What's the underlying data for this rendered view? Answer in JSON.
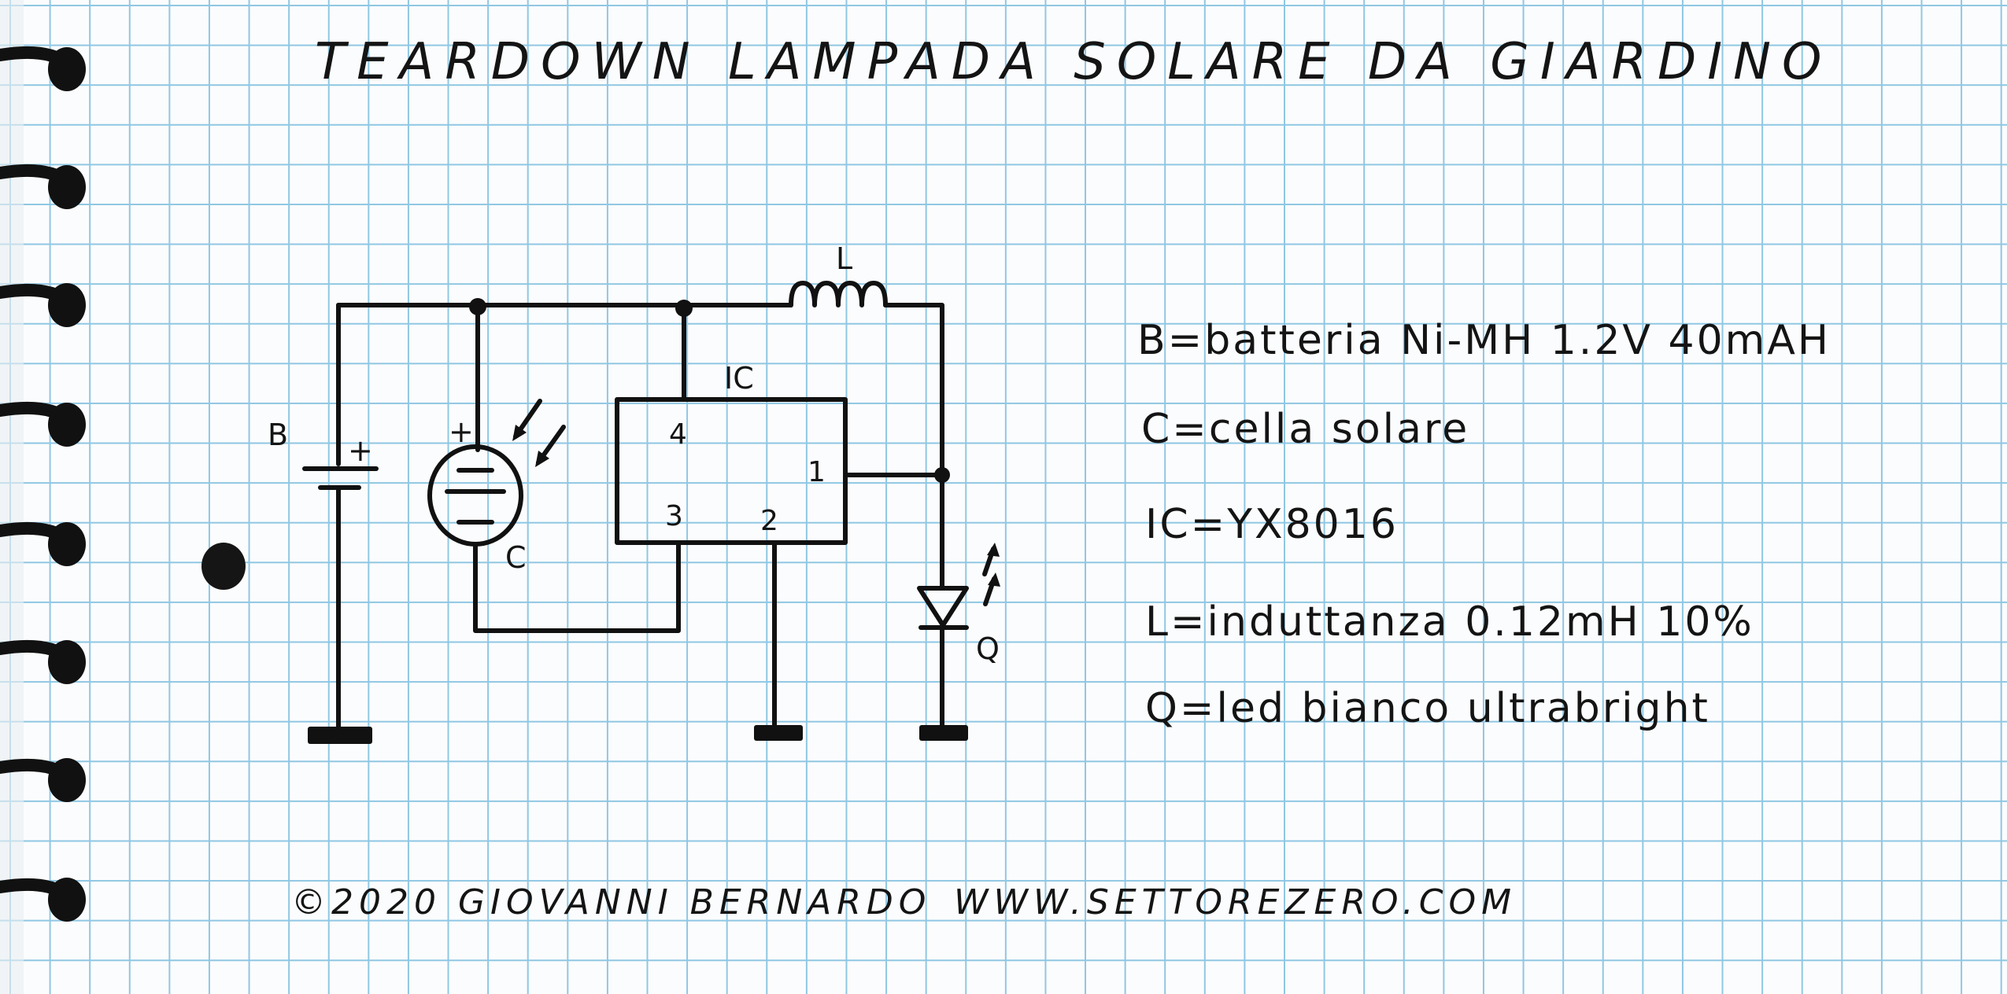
{
  "title": "TEARDOWN LAMPADA SOLARE DA GIARDINO",
  "schematic": {
    "labels": {
      "battery": "B",
      "cell": "C",
      "ic": "IC",
      "inductor": "L",
      "led": "Q",
      "battery_plus": "+",
      "cell_plus": "+"
    },
    "ic_pins": [
      "4",
      "1",
      "3",
      "2"
    ]
  },
  "legend": [
    "B=batteria Ni-MH 1.2V 40mAH",
    "C=cella solare",
    "IC=YX8016",
    "L=induttanza 0.12mH 10%",
    "Q=led bianco ultrabright"
  ],
  "footer": {
    "copyright": "©2020 GIOVANNI BERNARDO",
    "website": "WWW.SETTOREZERO.COM"
  }
}
